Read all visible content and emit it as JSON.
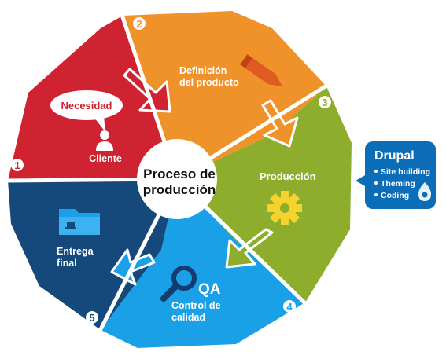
{
  "center": {
    "line1": "Proceso de",
    "line2": "producción"
  },
  "stages": [
    {
      "number": "1",
      "label_lines": [
        "Cliente"
      ],
      "bubble": "Necesidad",
      "icon": "person-icon",
      "color": "#cf2331"
    },
    {
      "number": "2",
      "label_lines": [
        "Definición",
        "del producto"
      ],
      "icon": "pencil-icon",
      "color": "#f0922a"
    },
    {
      "number": "3",
      "label_lines": [
        "Producción"
      ],
      "icon": "gear-icon",
      "color": "#8ead2c"
    },
    {
      "number": "4",
      "label_lines": [
        "Control de",
        "calidad"
      ],
      "badge": "QA",
      "icon": "magnifier-icon",
      "color": "#1aa0e6"
    },
    {
      "number": "5",
      "label_lines": [
        "Entrega",
        "final"
      ],
      "icon": "folder-icon",
      "color": "#15497b"
    }
  ],
  "side_box": {
    "title": "Drupal",
    "items": [
      "Site building",
      "Theming",
      "Coding"
    ],
    "icon": "drupal-drop-icon",
    "color": "#0b6db7"
  }
}
